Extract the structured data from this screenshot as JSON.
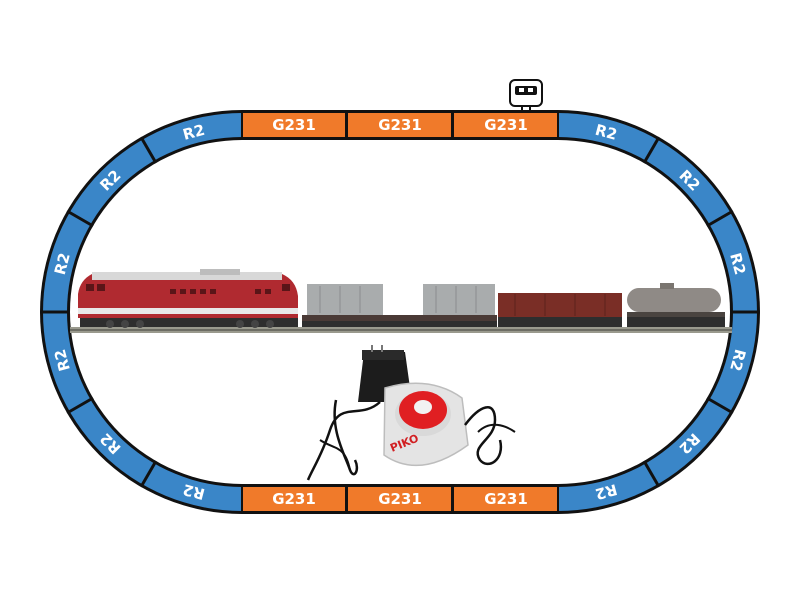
{
  "track": {
    "curve_label": "R2",
    "straight_label": "G231",
    "curve_color": "#3a86c8",
    "straight_color": "#f07a2a",
    "outline_color": "#111111",
    "top_straights": [
      "G231",
      "G231",
      "G231"
    ],
    "bottom_straights": [
      "G231",
      "G231",
      "G231"
    ],
    "left_curves": [
      "R2",
      "R2",
      "R2",
      "R2",
      "R2",
      "R2"
    ],
    "right_curves": [
      "R2",
      "R2",
      "R2",
      "R2",
      "R2",
      "R2"
    ]
  },
  "accessories": {
    "connector_icon": "track-connector-icon",
    "controller_brand": "PIKO"
  },
  "train": {
    "locomotive_color": "#b02a30",
    "wagons": [
      "container-flat-wagon",
      "open-gondola-wagon",
      "tank-wagon"
    ]
  }
}
